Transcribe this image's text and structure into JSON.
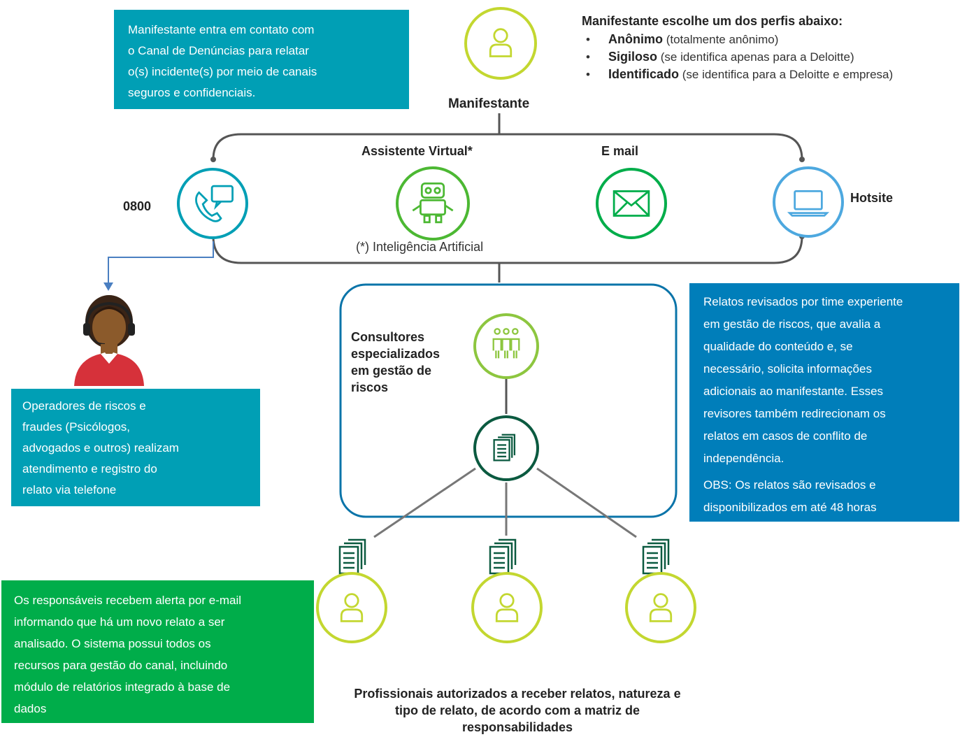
{
  "colors": {
    "teal": "#009FB5",
    "blue": "#007EBA",
    "green": "#00AD4A",
    "lime": "#C3D730",
    "dark_green": "#0B5A40",
    "bright_green": "#4CB833",
    "sky": "#4DA8DF",
    "connector": "#555555"
  },
  "top_left_box": {
    "text": "Manifestante entra em contato com\no Canal de Denúncias para relatar\no(s) incidente(s) por meio de canais\nseguros e confidenciais."
  },
  "manifestante": {
    "label": "Manifestante",
    "icon": "person-icon"
  },
  "profiles": {
    "heading": "Manifestante escolhe um dos perfis abaixo:",
    "items": [
      {
        "name": "Anônimo",
        "desc": " (totalmente anônimo)"
      },
      {
        "name": "Sigiloso",
        "desc": " (se identifica apenas para a Deloitte)"
      },
      {
        "name": "Identificado",
        "desc": " (se identifica para a Deloitte e empresa)"
      }
    ]
  },
  "channels": {
    "phone": {
      "label": "0800",
      "icon": "phone-chat-icon"
    },
    "assistant": {
      "label": "Assistente Virtual*",
      "icon": "robot-icon",
      "note": "(*) Inteligência Artificial"
    },
    "email": {
      "label": "E mail",
      "icon": "envelope-icon"
    },
    "hotsite": {
      "label": "Hotsite",
      "icon": "laptop-icon"
    }
  },
  "operators_box": {
    "text": "Operadores de riscos e\nfraudes (Psicólogos,\nadvogados e outros) realizam\natendimento e registro do\nrelato via telefone"
  },
  "consultants": {
    "label": "Consultores\nespecializados\nem gestão de\nriscos",
    "icon": "team-icon",
    "doc_icon": "documents-icon"
  },
  "review_box": {
    "text": "Relatos revisados por time experiente\nem gestão de riscos, que avalia a\nqualidade do conteúdo e, se\nnecessário, solicita informações\nadicionais ao manifestante. Esses\nrevisores também redirecionam os\nrelatos em casos de conflito de\nindependência.",
    "obs": "OBS: Os relatos são revisados e\ndisponibilizados em até 48 horas"
  },
  "alert_box": {
    "text": "Os responsáveis recebem alerta por e-mail\ninformando que há um novo relato a ser\nanalisado. O sistema possui todos os\nrecursos para gestão do canal, incluindo\nmódulo de relatórios integrado à base de\ndados"
  },
  "professionals": {
    "label": "Profissionais autorizados a receber relatos, natureza e\ntipo de relato, de acordo com a matriz de\nresponsabilidades"
  }
}
